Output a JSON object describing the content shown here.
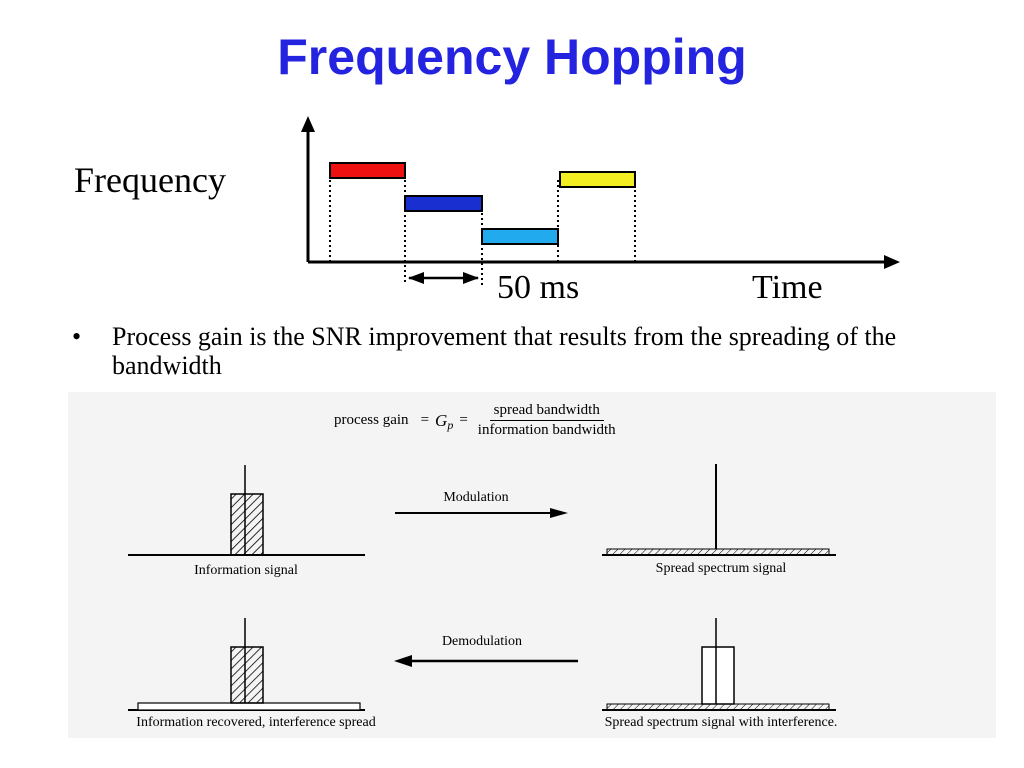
{
  "slide": {
    "title": "Frequency Hopping"
  },
  "hopping_diagram": {
    "y_axis_label": "Frequency",
    "x_axis_label": "Time",
    "interval_label": "50 ms",
    "hops": [
      {
        "slot": 1,
        "level": 4,
        "color": "#ee1111"
      },
      {
        "slot": 2,
        "level": 3,
        "color": "#1a2fd0"
      },
      {
        "slot": 3,
        "level": 2,
        "color": "#22aaee"
      },
      {
        "slot": 4,
        "level": 4,
        "color": "#f2ee22"
      }
    ]
  },
  "bullet": {
    "marker": "•",
    "text": "Process gain is the SNR improvement that results from the spreading of the bandwidth"
  },
  "formula": {
    "lhs": "process gain",
    "equals": "=",
    "symbol": "G",
    "subscript": "p",
    "numerator": "spread bandwidth",
    "denominator": "information bandwidth"
  },
  "spectrum_panels": {
    "information_signal": "Information signal",
    "modulation": "Modulation",
    "spread_spectrum_signal": "Spread spectrum signal",
    "demodulation": "Demodulation",
    "spread_with_interference": "Spread spectrum signal with interference.",
    "recovered": "Information recovered, interference spread"
  },
  "colors": {
    "title": "#2323e0",
    "lower_panel_bg": "#f4f4f4"
  }
}
